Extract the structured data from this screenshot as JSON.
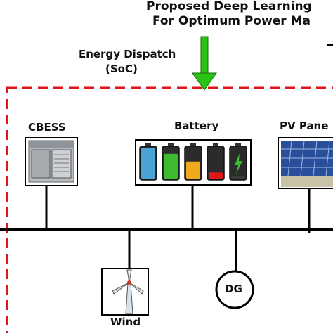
{
  "header": {
    "line1": "Proposed Deep Learning",
    "line2": "For Optimum Power Ma"
  },
  "dispatch": {
    "line1": "Energy Dispatch",
    "line2": "(SoC)"
  },
  "components": {
    "cbess": "CBESS",
    "battery": "Battery",
    "pv": "PV Pane",
    "wind": "Wind",
    "dg": "DG"
  },
  "colors": {
    "border": "#e0161b",
    "arrow": "#29c315",
    "bus": "#000000",
    "battery_cells": [
      "#4aa3d6",
      "#3dbb2e",
      "#f0a81c",
      "#e01818",
      "#3a3a3a"
    ]
  },
  "battery_levels": [
    1.0,
    0.8,
    0.55,
    0.2,
    0.05
  ]
}
